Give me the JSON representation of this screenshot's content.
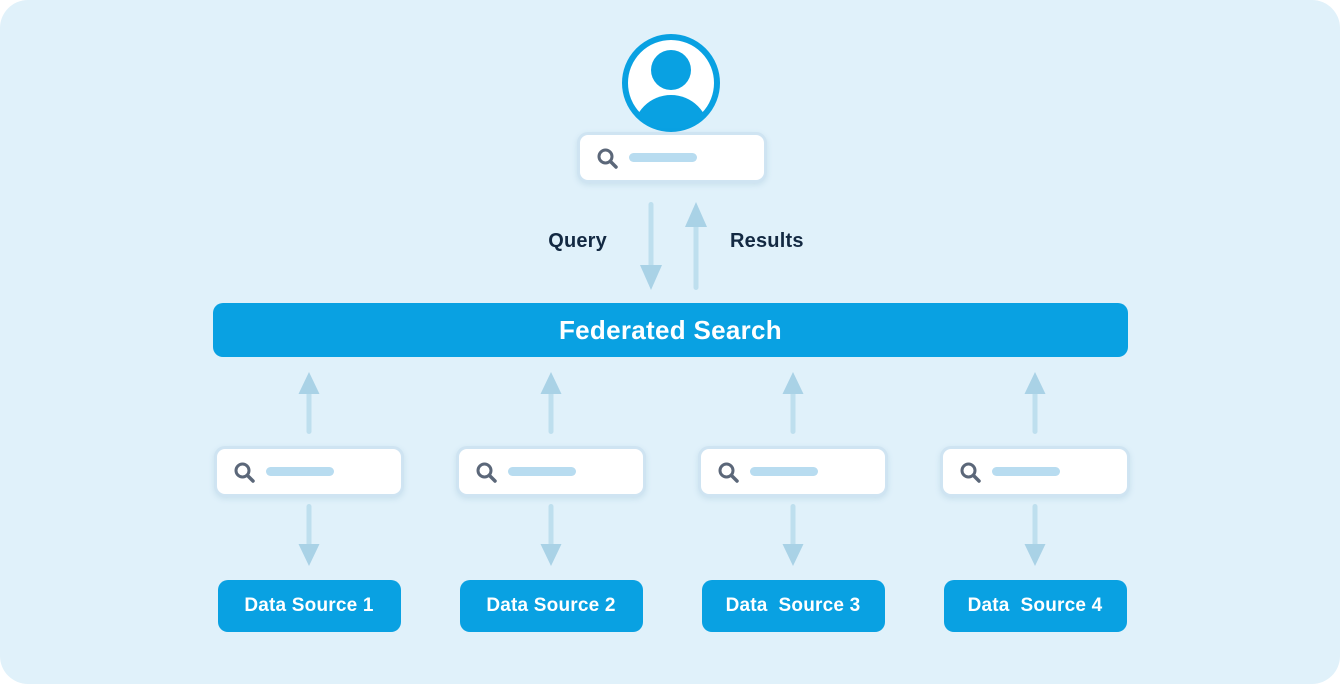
{
  "page": {
    "colors": {
      "background": "#e0f1fa",
      "accent": "#09a1e2",
      "arrow_stem": "#bedfee",
      "arrow_head": "#a9d2e6",
      "box_border": "#cfe4f2",
      "placeholder_line": "#b8dcf0",
      "magnifier": "#5b6779",
      "label_text": "#132942",
      "button_text": "#ffffff"
    }
  },
  "icons": {
    "avatar": "user-avatar-icon",
    "search": "search-icon",
    "arrow_up": "up-arrow-icon",
    "arrow_down": "down-arrow-icon"
  },
  "user_flow": {
    "query_label": "Query",
    "results_label": "Results"
  },
  "federated_bar": {
    "label": "Federated Search"
  },
  "data_sources": [
    {
      "label": "Data Source 1"
    },
    {
      "label": "Data Source 2"
    },
    {
      "label": "Data  Source 3"
    },
    {
      "label": "Data  Source 4"
    }
  ]
}
